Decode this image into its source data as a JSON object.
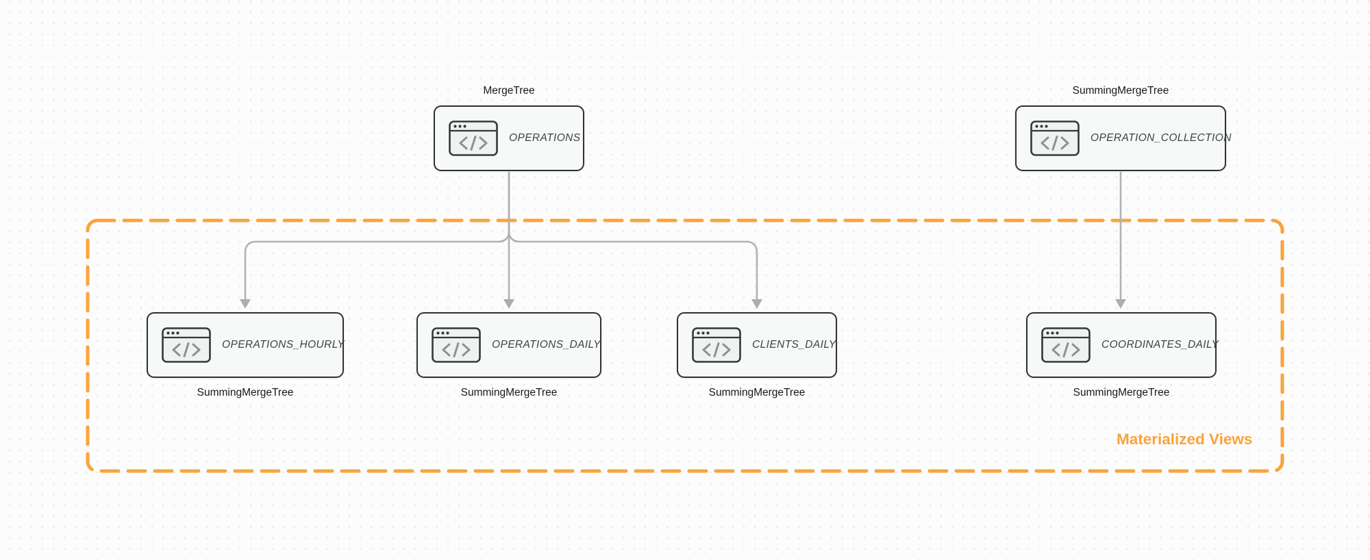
{
  "canvas": {
    "background": "#fcfcfd",
    "dot_color": "#e7e7e8"
  },
  "colors": {
    "node_border": "#2e3235",
    "node_fill": "#f7f8f8",
    "arrow_gray": "#b1b1b1",
    "arrowhead_gray": "#adadad",
    "accent_orange": "#f9a43b",
    "node_text": "#3d4245",
    "label_text": "#16181b"
  },
  "group": {
    "label": "Materialized Views"
  },
  "icon": {
    "name": "code-window-icon",
    "glyph": "</>"
  },
  "nodes": [
    {
      "id": "operations",
      "engine": "MergeTree",
      "engine_label_position": "top",
      "name": "OPERATIONS"
    },
    {
      "id": "operation-collection",
      "engine": "SummingMergeTree",
      "engine_label_position": "top",
      "name": "OPERATION_COLLECTION"
    },
    {
      "id": "operations-hourly",
      "engine": "SummingMergeTree",
      "engine_label_position": "bottom",
      "name": "OPERATIONS_HOURLY"
    },
    {
      "id": "operations-daily",
      "engine": "SummingMergeTree",
      "engine_label_position": "bottom",
      "name": "OPERATIONS_DAILY"
    },
    {
      "id": "clients-daily",
      "engine": "SummingMergeTree",
      "engine_label_position": "bottom",
      "name": "CLIENTS_DAILY"
    },
    {
      "id": "coordinates-daily",
      "engine": "SummingMergeTree",
      "engine_label_position": "bottom",
      "name": "COORDINATES_DAILY"
    }
  ]
}
